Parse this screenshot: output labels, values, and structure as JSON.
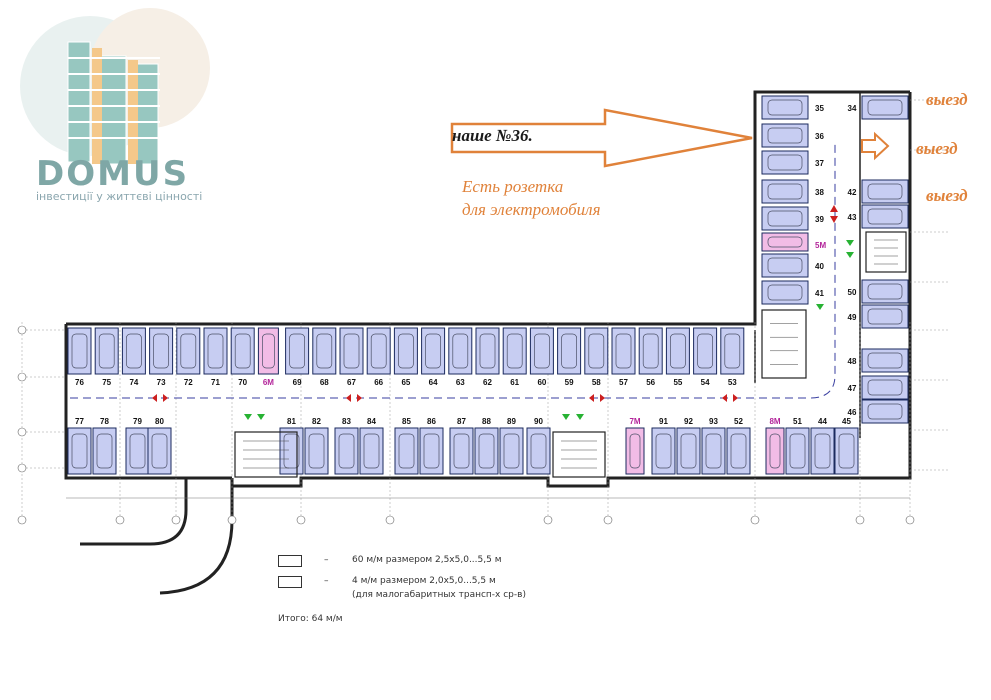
{
  "logo": {
    "word": "DOMUS",
    "tagline": "інвестиції у життєві цінності"
  },
  "callout": {
    "text": "наше №36.",
    "note_line1": "Есть розетка",
    "note_line2": "для электромобиля"
  },
  "exits": [
    "выезд",
    "выезд",
    "выезд"
  ],
  "legend": {
    "items": [
      {
        "dash": "–",
        "text": "60 м/м  размером 2,5x5,0...5,5 м",
        "color": "#c7cdf2"
      },
      {
        "dash": "–",
        "text": "4 м/м  размером 2,0x5,0...5,5 м",
        "color": "#f2bce6"
      }
    ],
    "sub": "(для малогабаритных трансп-х ср-в)",
    "total": "Итого: 64 м/м"
  },
  "colors": {
    "space": "#c7cdf2",
    "small_space": "#f2bce6",
    "arrow": "#e0823a",
    "exit_arrow": "#27b233",
    "wall": "#222222",
    "road_arrow": "#cc1f1f"
  },
  "spaces": {
    "top_row": [
      "76",
      "75",
      "74",
      "73",
      "72",
      "71",
      "70",
      "6М",
      "69",
      "68",
      "67",
      "66",
      "65",
      "64",
      "63",
      "62",
      "61",
      "60",
      "59",
      "58",
      "57",
      "56",
      "55",
      "54",
      "53"
    ],
    "bottom_row": [
      "77",
      "78",
      "79",
      "80",
      "81",
      "82",
      "83",
      "84",
      "85",
      "86",
      "87",
      "88",
      "89",
      "90",
      "7М",
      "91",
      "92",
      "93",
      "52",
      "8М",
      "51",
      "44",
      "45"
    ],
    "tower_left": [
      "35",
      "36",
      "37",
      "38",
      "39",
      "5М",
      "40",
      "41"
    ],
    "tower_right": [
      "34",
      "42",
      "43",
      "50",
      "49",
      "48",
      "47",
      "46"
    ]
  }
}
